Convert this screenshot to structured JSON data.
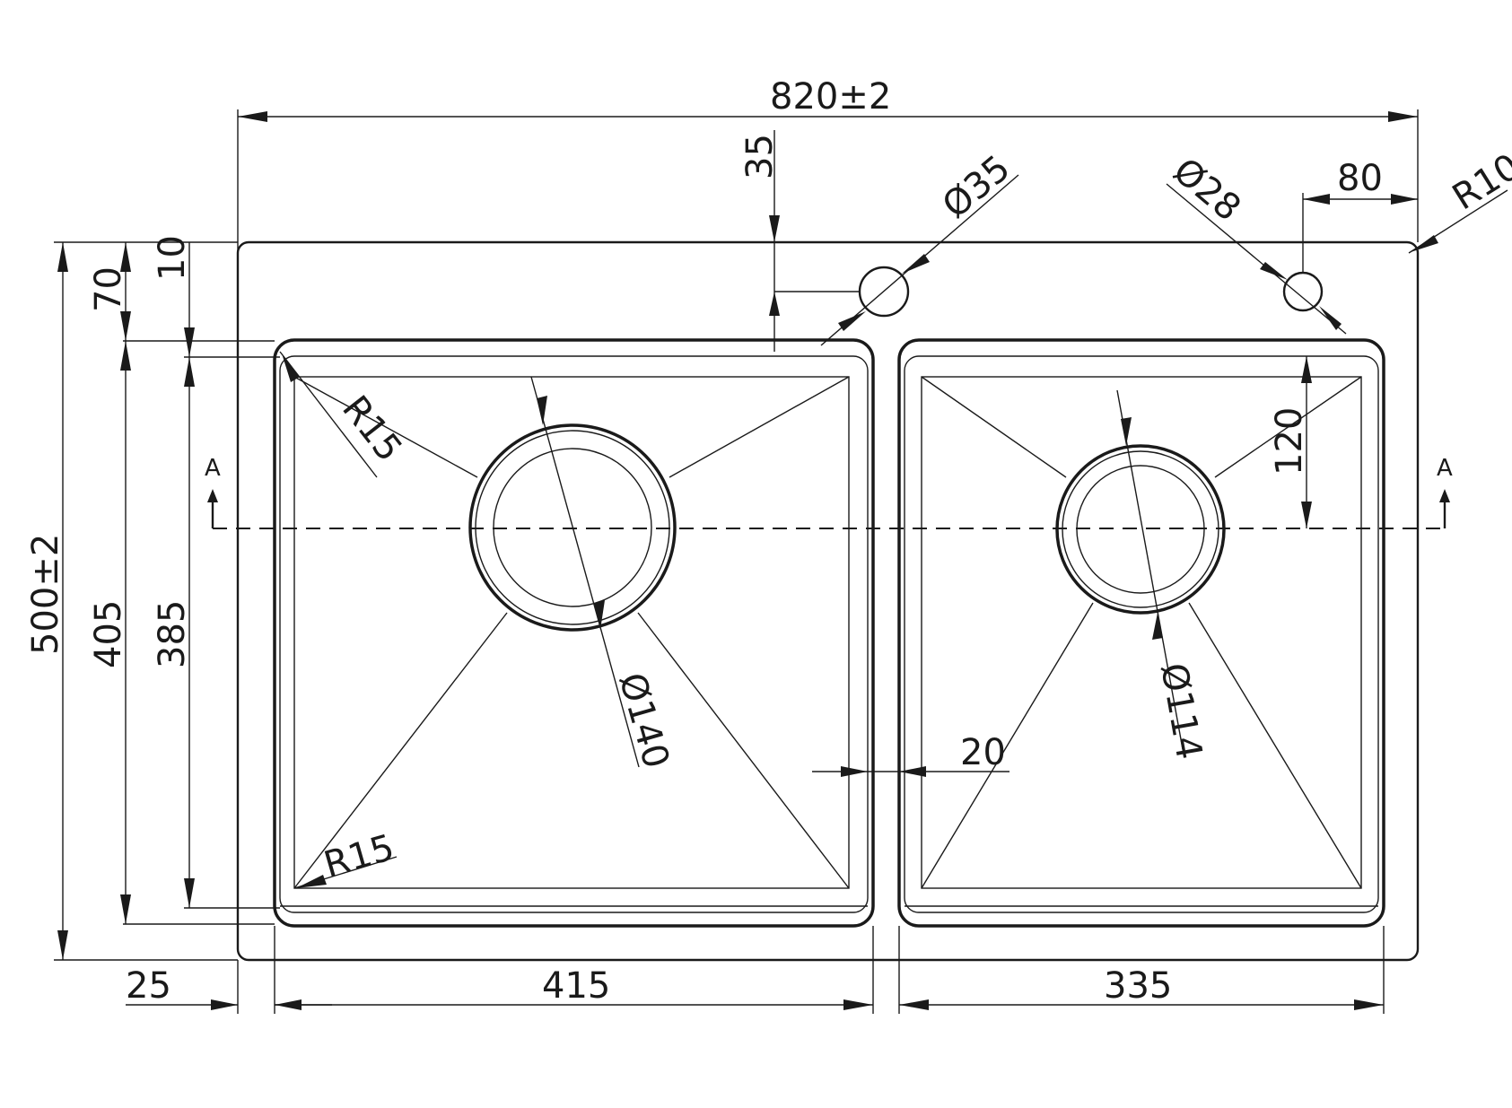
{
  "dimensions": {
    "overall_width": "820±2",
    "overall_depth": "500±2",
    "tap_hole_offset": "35",
    "tap_hole_dia": "Ø35",
    "second_hole_dia": "Ø28",
    "second_hole_offset": "80",
    "deck_corner_radius": "R10",
    "front_depth_70": "70",
    "front_depth_10": "10",
    "inner_depth_405": "405",
    "inner_depth_385": "385",
    "left_corner_radius_top": "R15",
    "left_corner_radius_bottom": "R15",
    "left_drain_dia": "Ø140",
    "right_drain_dia": "Ø114",
    "drain_offset": "120",
    "divider_width": "20",
    "left_margin": "25",
    "left_bowl_width": "415",
    "right_bowl_width": "335"
  },
  "section": {
    "left_label": "A",
    "right_label": "A"
  }
}
